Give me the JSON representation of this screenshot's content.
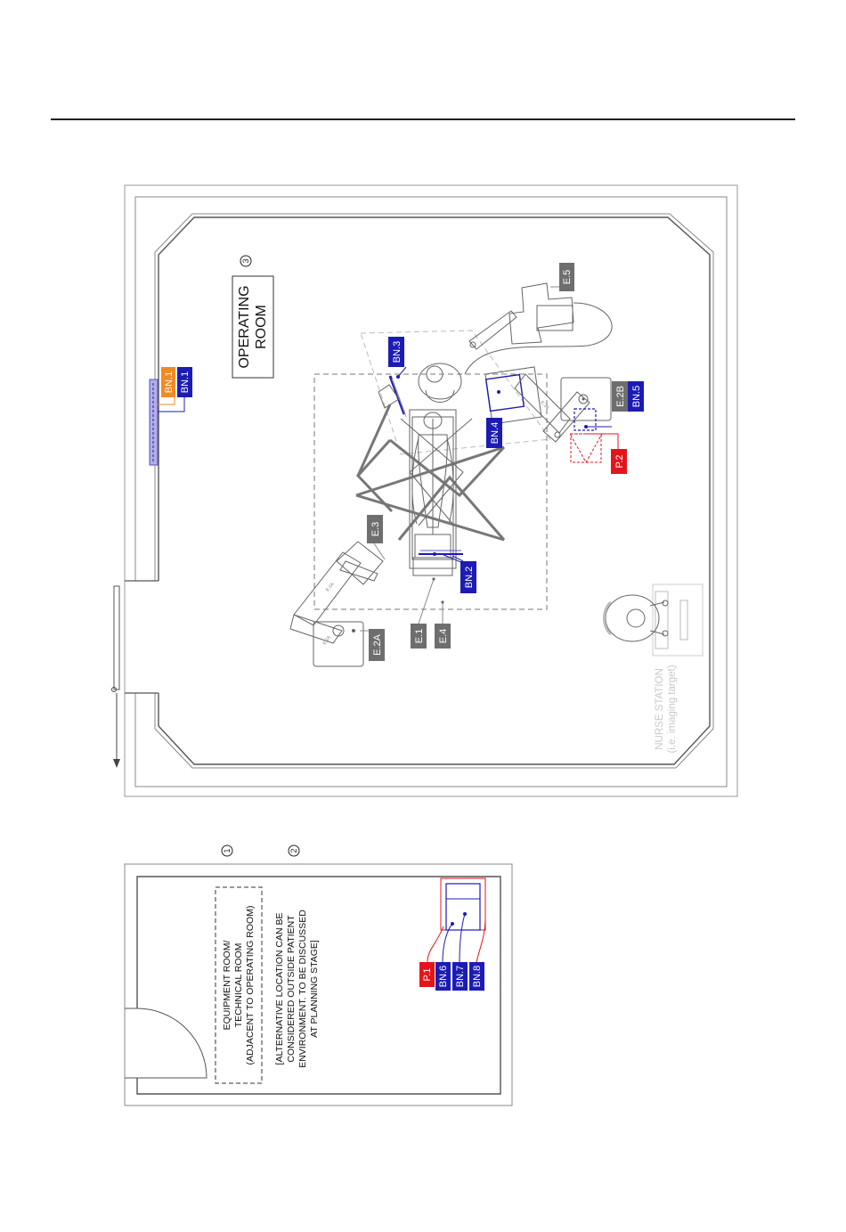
{
  "colors": {
    "bn_blue": "#1c1cb4",
    "p_red": "#e4141c",
    "e_gray": "#6e6e6e",
    "bn_orange": "#f08a24",
    "lilac": "#b4aee8",
    "nurse_text": "#cccccc"
  },
  "operating_room": {
    "title_line1": "OPERATING",
    "title_line2": "ROOM",
    "number": "3"
  },
  "equipment_room": {
    "title_lines": [
      "EQUIPMENT ROOM/",
      "TECHNICAL ROOM",
      "(ADJACENT TO OPERATING ROOM)"
    ],
    "note_lines": [
      "[ALTERNATIVE LOCATION CAN BE",
      "CONSIDERED OUTSIDE PATIENT",
      "ENVIRONMENT. TO BE DISCUSSED",
      "AT PLANNING STAGE]"
    ],
    "number_1": "1",
    "number_2": "2"
  },
  "nurse_station": {
    "line1": "NURSE STATION",
    "line2": "(i.e. imaging target)"
  },
  "tags": {
    "bn1_orange": "BN.1",
    "bn1": "BN.1",
    "bn2": "BN.2",
    "bn3": "BN.3",
    "bn4": "BN.4",
    "bn5": "BN.5",
    "bn6": "BN.6",
    "bn7": "BN.7",
    "bn8": "BN.8",
    "p1": "P.1",
    "p2": "P.2",
    "e1": "E.1",
    "e2a": "E.2A",
    "e2b": "E.2B",
    "e3": "E.3",
    "e4": "E.4",
    "e5": "E.5"
  }
}
